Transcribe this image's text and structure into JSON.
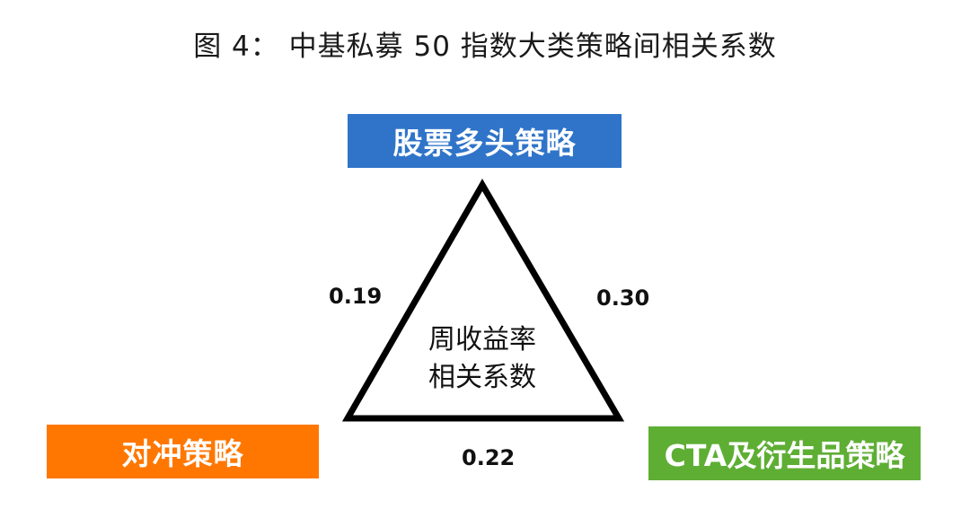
{
  "figure": {
    "title": "图 4： 中基私募 50 指数大类策略间相关系数"
  },
  "diagram": {
    "center_label": {
      "line1": "周收益率",
      "line2": "相关系数"
    },
    "nodes": [
      {
        "id": "equity_long",
        "label": "股票多头策略",
        "position": "top",
        "color": "#2f74c9"
      },
      {
        "id": "hedge",
        "label": "对冲策略",
        "position": "bottom-left",
        "color": "#ff7700"
      },
      {
        "id": "cta",
        "label": "CTA及衍生品策略",
        "position": "bottom-right",
        "color": "#5eae34"
      }
    ],
    "edges": [
      {
        "from": "equity_long",
        "to": "hedge",
        "value": "0.19",
        "side": "left"
      },
      {
        "from": "equity_long",
        "to": "cta",
        "value": "0.30",
        "side": "right"
      },
      {
        "from": "hedge",
        "to": "cta",
        "value": "0.22",
        "side": "bottom"
      }
    ],
    "shape": {
      "type": "triangle",
      "stroke_color": "#000000",
      "fill_color": "#ffffff"
    }
  }
}
